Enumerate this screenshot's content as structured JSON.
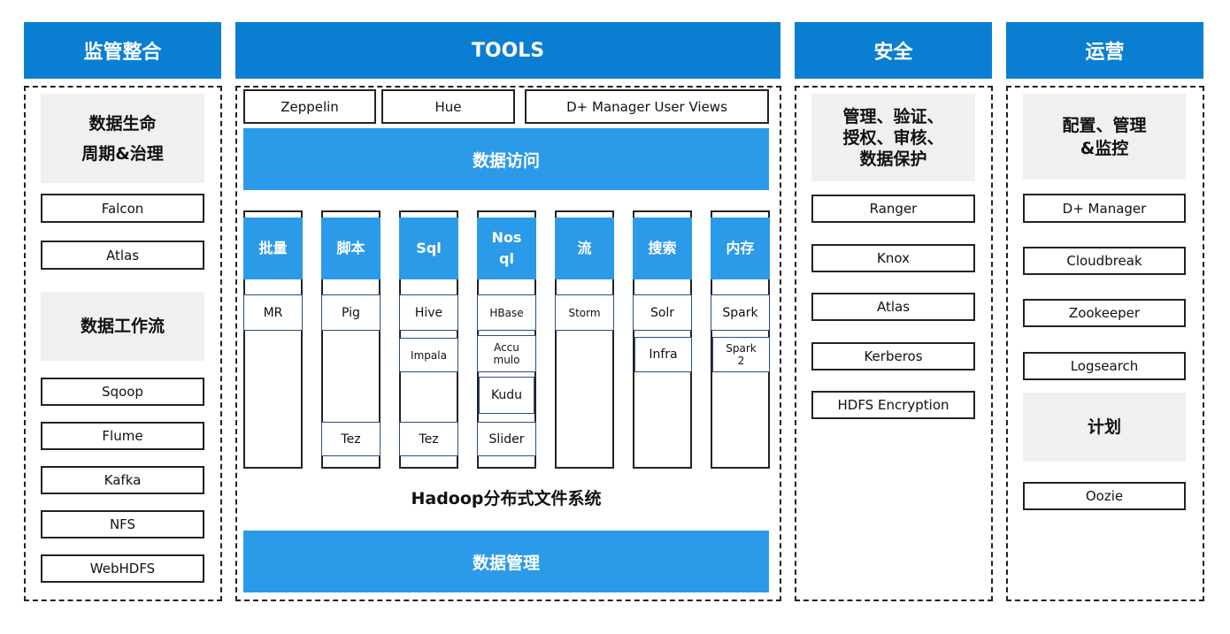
{
  "headers": {
    "governance": "监管整合",
    "tools": "TOOLS",
    "security": "安全",
    "operations": "运营"
  },
  "governance": {
    "lifecycle_title": "数据生命\n周期&治理",
    "lifecycle_items": [
      "Falcon",
      "Atlas"
    ],
    "workflow_title": "数据工作流",
    "workflow_items": [
      "Sqoop",
      "Flume",
      "Kafka",
      "NFS",
      "WebHDFS"
    ]
  },
  "tools": {
    "top_tools": [
      "Zeppelin",
      "Hue",
      "D+ Manager User Views"
    ],
    "data_access": "数据访问",
    "columns": [
      {
        "head": "批量",
        "cells": [
          "MR"
        ],
        "bottom": ""
      },
      {
        "head": "脚本",
        "cells": [
          "Pig"
        ],
        "bottom": "Tez"
      },
      {
        "head": "Sql",
        "cells": [
          "Hive",
          "Impala"
        ],
        "bottom": "Tez"
      },
      {
        "head": "Nos\nql",
        "cells": [
          "HBase",
          "Accu\nmulo",
          "Kudu"
        ],
        "bottom": "Slider"
      },
      {
        "head": "流",
        "cells": [
          "Storm"
        ],
        "bottom": ""
      },
      {
        "head": "搜索",
        "cells": [
          "Solr",
          "Infra"
        ],
        "bottom": ""
      },
      {
        "head": "内存",
        "cells": [
          "Spark",
          "Spark\n2"
        ],
        "bottom": ""
      }
    ],
    "hdfs_label": "Hadoop分布式文件系统",
    "data_management": "数据管理"
  },
  "security": {
    "title": "管理、验证、\n授权、审核、\n数据保护",
    "items": [
      "Ranger",
      "Knox",
      "Atlas",
      "Kerberos",
      "HDFS Encryption"
    ]
  },
  "operations": {
    "title": "配置、管理\n&监控",
    "items": [
      "D+ Manager",
      "Cloudbreak",
      "Zookeeper",
      "Logsearch"
    ],
    "plan_title": "计划",
    "plan_items": [
      "Oozie"
    ]
  }
}
